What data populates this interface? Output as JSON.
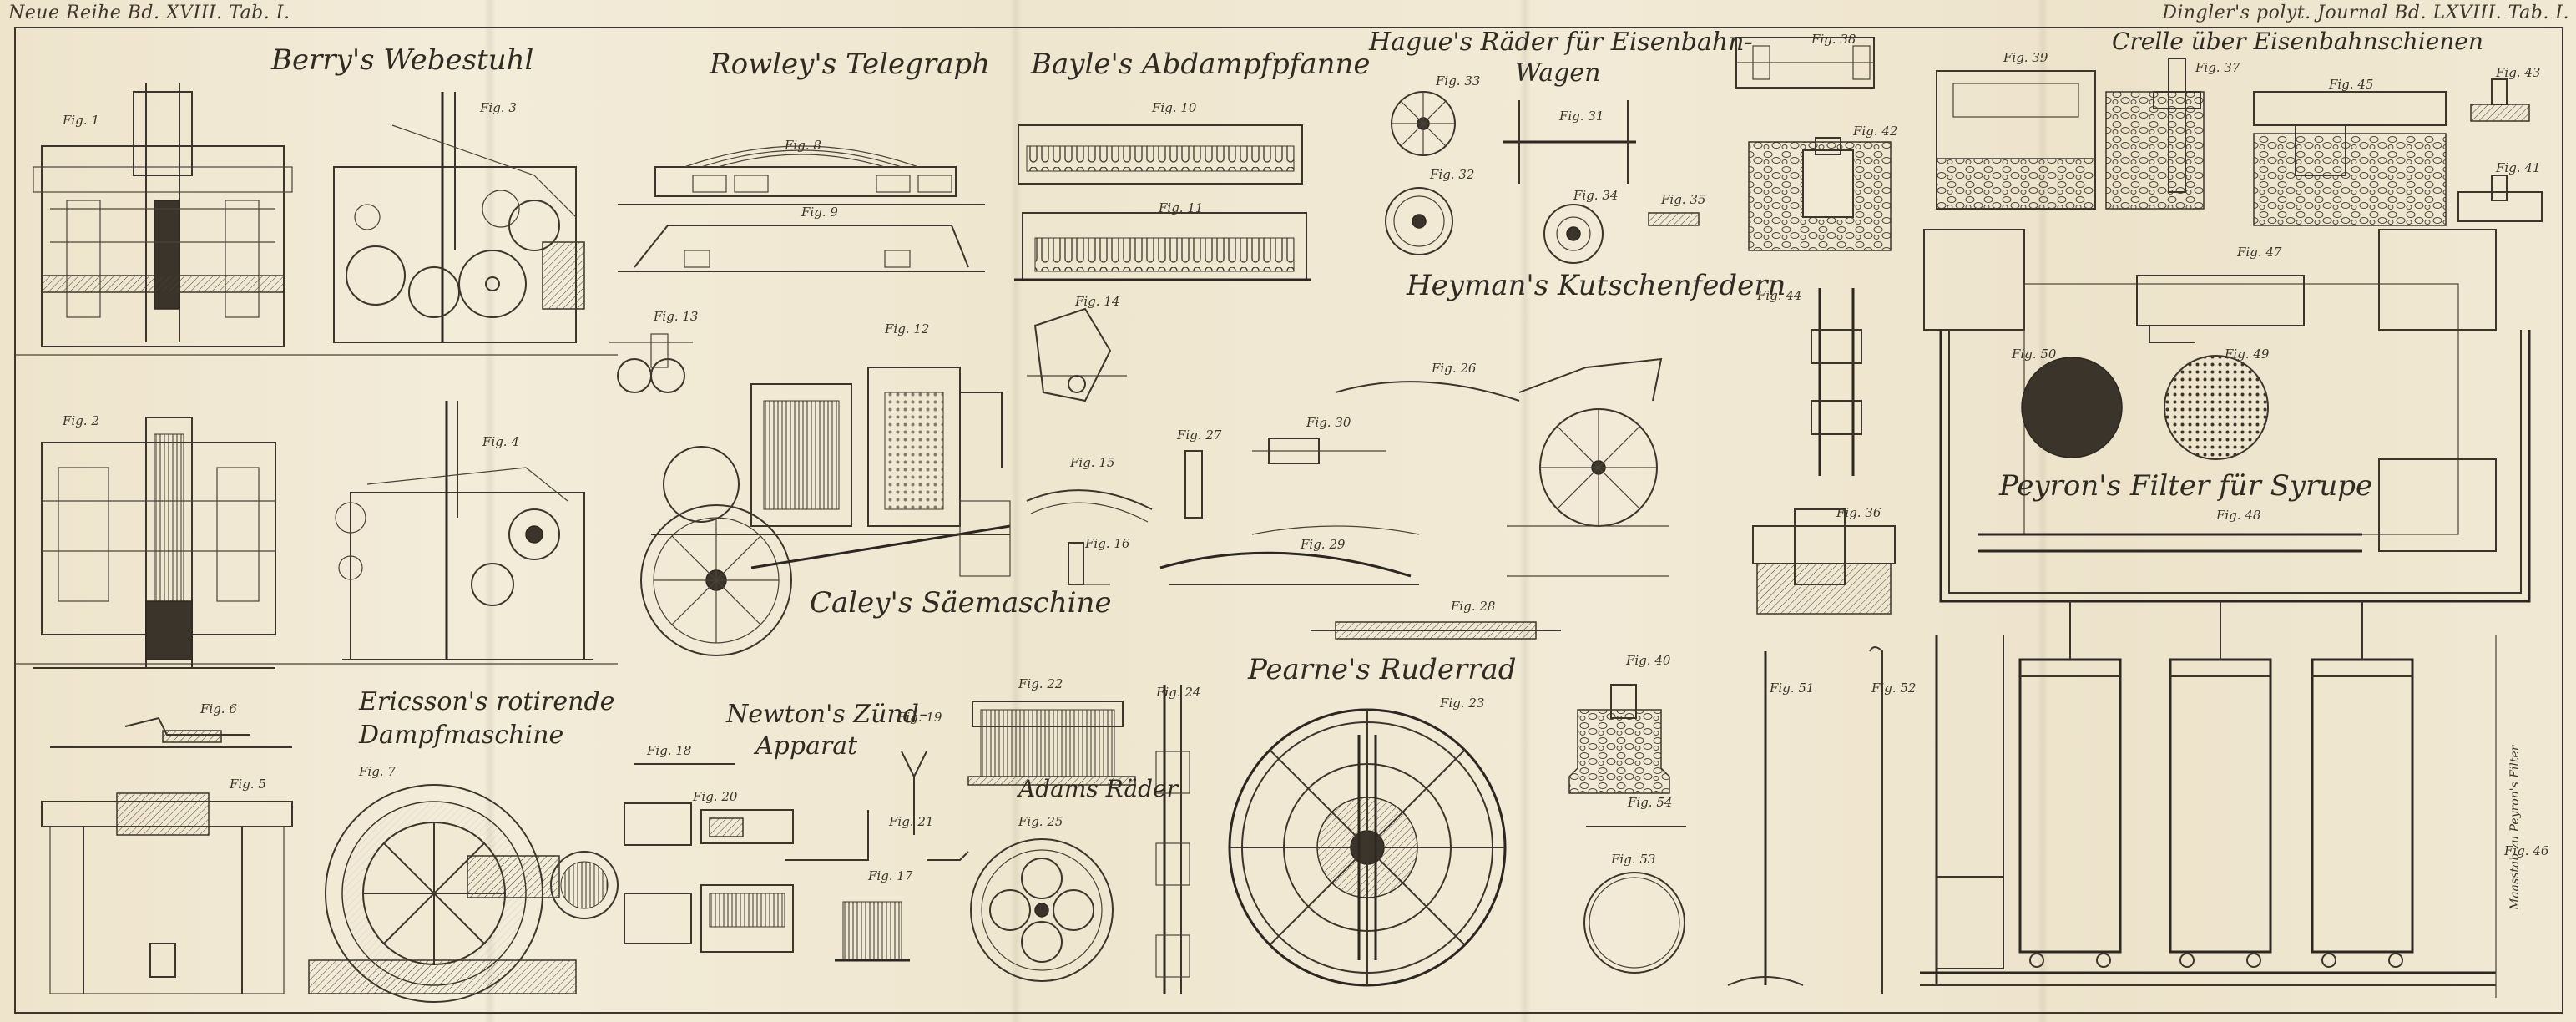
{
  "header": {
    "left": "Neue Reihe Bd. XVIII. Tab. I.",
    "right": "Dingler's polyt. Journal Bd. LXVIII. Tab. I."
  },
  "headings": {
    "berry": "Berry's Webestuhl",
    "rowley": "Rowley's Telegraph",
    "bayle": "Bayle's Abdampfpfanne",
    "hague": "Hague's Räder für Eisenbahn-",
    "hague_2": "Wagen",
    "crelle": "Crelle über Eisenbahnschienen",
    "heyman": "Heyman's Kutschenfedern",
    "caley": "Caley's Säemaschine",
    "ericsson": "Ericsson's rotirende",
    "ericsson_2": "Dampfmaschine",
    "newton": "Newton's Zünd-",
    "newton_2": "Apparat",
    "adams": "Adams Räder",
    "pearne": "Pearne's Ruderrad",
    "peyron": "Peyron's Filter für Syrupe"
  },
  "figures": {
    "f1": "Fig. 1",
    "f2": "Fig. 2",
    "f3": "Fig. 3",
    "f4": "Fig. 4",
    "f5": "Fig. 5",
    "f6": "Fig. 6",
    "f7": "Fig. 7",
    "f8": "Fig. 8",
    "f9": "Fig. 9",
    "f10": "Fig. 10",
    "f11": "Fig. 11",
    "f12": "Fig. 12",
    "f13": "Fig. 13",
    "f14": "Fig. 14",
    "f15": "Fig. 15",
    "f16": "Fig. 16",
    "f17": "Fig. 17",
    "f18": "Fig. 18",
    "f19": "Fig. 19",
    "f20": "Fig. 20",
    "f21": "Fig. 21",
    "f22": "Fig. 22",
    "f23": "Fig. 23",
    "f24": "Fig. 24",
    "f25": "Fig. 25",
    "f26": "Fig. 26",
    "f27": "Fig. 27",
    "f28": "Fig. 28",
    "f29": "Fig. 29",
    "f30": "Fig. 30",
    "f31": "Fig. 31",
    "f32": "Fig. 32",
    "f33": "Fig. 33",
    "f34": "Fig. 34",
    "f35": "Fig. 35",
    "f36": "Fig. 36",
    "f37": "Fig. 37",
    "f38": "Fig. 38",
    "f39": "Fig. 39",
    "f40": "Fig. 40",
    "f41": "Fig. 41",
    "f42": "Fig. 42",
    "f43": "Fig. 43",
    "f44": "Fig. 44",
    "f45": "Fig. 45",
    "f46": "Fig. 46",
    "f47": "Fig. 47",
    "f48": "Fig. 48",
    "f49": "Fig. 49",
    "f50": "Fig. 50",
    "f51": "Fig. 51",
    "f52": "Fig. 52",
    "f53": "Fig. 53",
    "f54": "Fig. 54"
  },
  "scale_note": "Maasstab zu Peyron's Filter"
}
